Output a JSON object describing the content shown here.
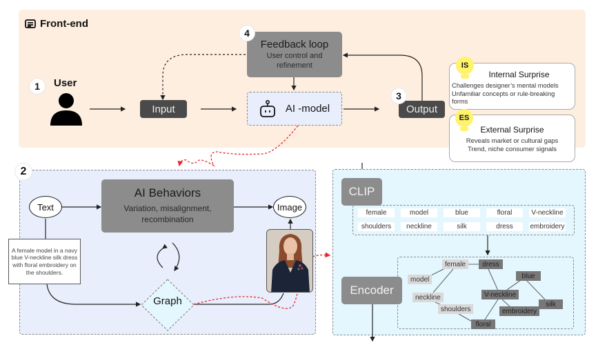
{
  "frontend": {
    "title": "Front-end",
    "user": {
      "step": "1",
      "label": "User"
    },
    "input_label": "Input",
    "ai_model_label": "AI -model",
    "output": {
      "step": "3",
      "label": "Output"
    },
    "feedback": {
      "step": "4",
      "title": "Feedback loop",
      "subtitle_line1": "User control and",
      "subtitle_line2": "refinement"
    },
    "internal_surprise": {
      "badge": "IS",
      "title": "Internal Surprise",
      "lines": [
        "Challenges designer’s mental models",
        "Unfamiliar concepts or rule-breaking",
        "forms"
      ]
    },
    "external_surprise": {
      "badge": "ES",
      "title": "External Surprise",
      "lines": [
        "Reveals market or cultural gaps",
        "Trend, niche consumer signals"
      ]
    }
  },
  "behaviors": {
    "step": "2",
    "title": "AI Behaviors",
    "subtitle_line1": "Variation, misalignment,",
    "subtitle_line2": "recombination",
    "text_node": "Text",
    "image_node": "Image",
    "graph_node": "Graph",
    "prompt": "A female model in a navy blue V-neckline silk dress with floral embroidery on the shoulders."
  },
  "clip": {
    "label": "CLIP",
    "tags_row1": [
      "female",
      "model",
      "blue",
      "floral",
      "V-neckline"
    ],
    "tags_row2": [
      "shoulders",
      "neckline",
      "silk",
      "dress",
      "embroidery"
    ]
  },
  "encoder": {
    "label": "Encoder",
    "graph_nodes": {
      "female": "female",
      "dress": "dress",
      "model": "model",
      "blue": "blue",
      "neckline": "neckline",
      "vneckline": "V-neckline",
      "silk": "silk",
      "shoulders": "shoulders",
      "embroidery": "embroidery",
      "floral": "floral"
    }
  },
  "colors": {
    "frontend_bg": "#fdeee0",
    "behaviors_bg": "#e9eefc",
    "clip_bg": "#e4f7fe",
    "bulb": "#fff36b",
    "red_dashed": "#e8262b"
  }
}
